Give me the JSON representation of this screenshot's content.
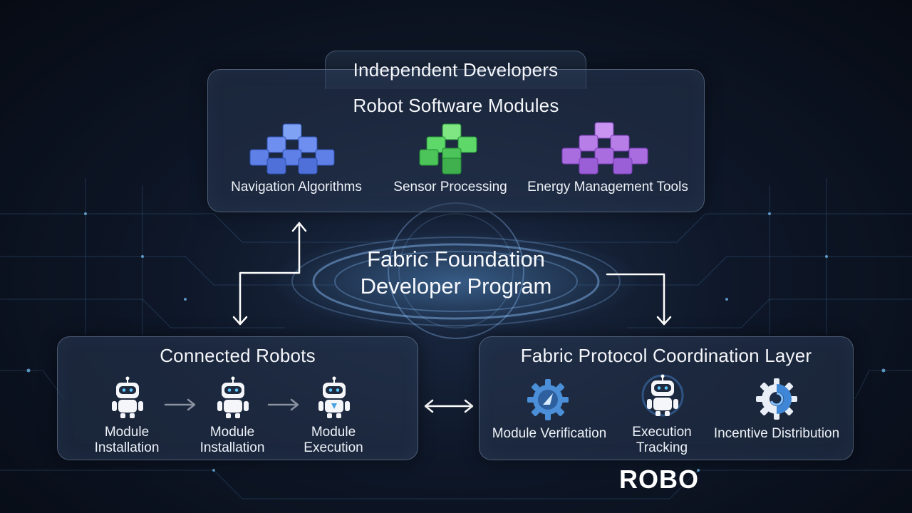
{
  "top": {
    "header": "Independent Developers",
    "title": "Robot Software Modules",
    "modules": [
      {
        "label": "Navigation Algorithms",
        "icon": "blue-cubes-icon",
        "color": "#6f8ff0"
      },
      {
        "label": "Sensor Processing",
        "icon": "green-cubes-icon",
        "color": "#5fd86a"
      },
      {
        "label": "Energy Management Tools",
        "icon": "purple-cubes-icon",
        "color": "#b87ee8"
      }
    ]
  },
  "center": {
    "line1": "Fabric Foundation",
    "line2": "Developer Program"
  },
  "left": {
    "title": "Connected Robots",
    "steps": [
      {
        "line1": "Module",
        "line2": "Installation"
      },
      {
        "line1": "Module",
        "line2": "Installation"
      },
      {
        "line1": "Module",
        "line2": "Execution"
      }
    ]
  },
  "right": {
    "title": "Fabric Protocol Coordination Layer",
    "items": [
      {
        "line1": "Module Verification",
        "icon": "gear-verification-icon"
      },
      {
        "line1": "Execution",
        "line2": "Tracking",
        "icon": "robot-tracking-icon"
      },
      {
        "line1": "Incentive Distribution",
        "icon": "gear-incentive-icon"
      }
    ]
  },
  "brand": "ROBO",
  "colors": {
    "accent": "#5aa0e6",
    "panel": "#28364f",
    "background": "#0b1322"
  }
}
